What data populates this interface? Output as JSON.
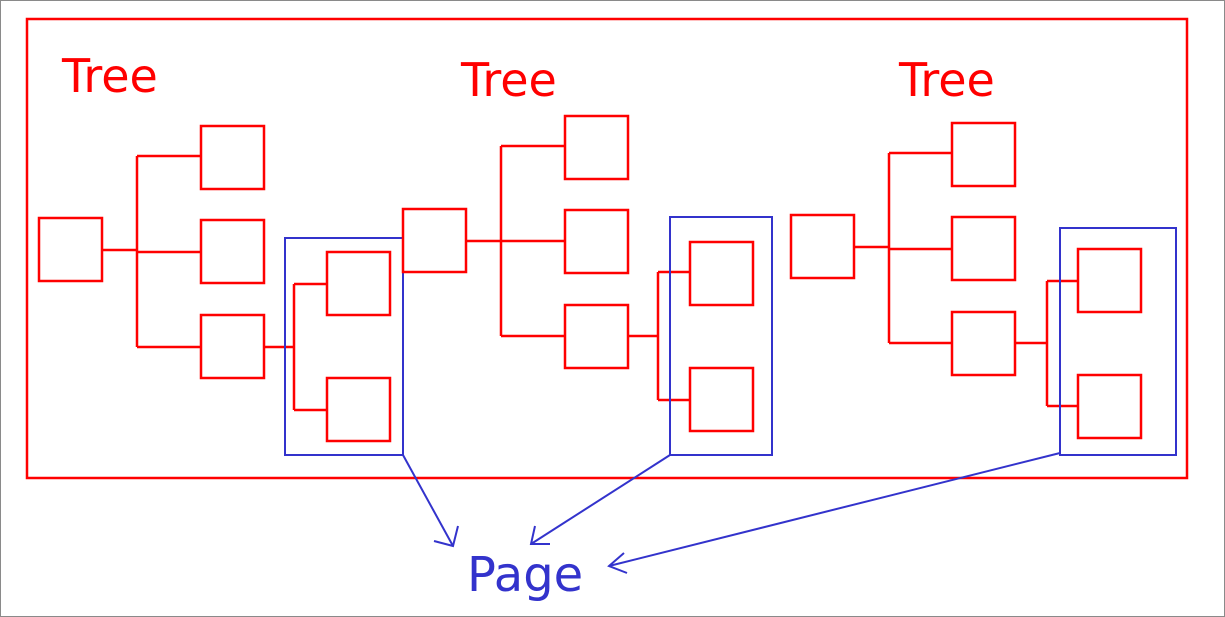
{
  "colors": {
    "tree": "#ff0000",
    "page": "#3333cc",
    "background": "#ffffff",
    "frame": "#8a8a8a"
  },
  "labels": {
    "tree_1": "Tree",
    "tree_2": "Tree",
    "tree_3": "Tree",
    "page": "Page"
  }
}
